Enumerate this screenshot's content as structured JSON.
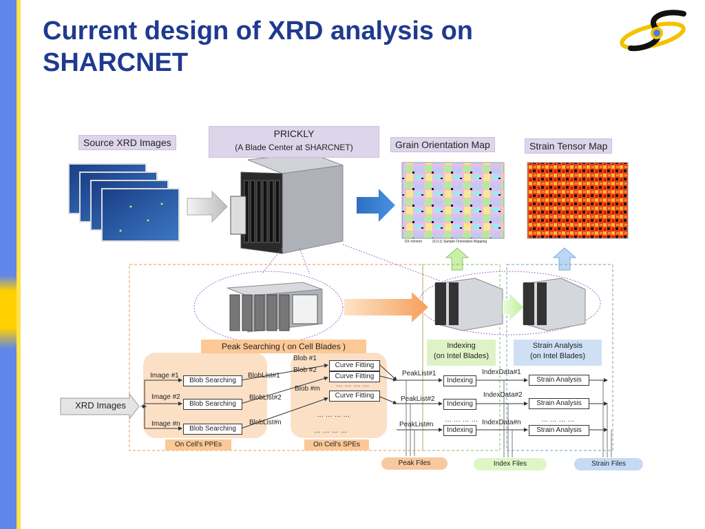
{
  "title": "Current design of XRD analysis on SHARCNET",
  "top_labels": {
    "source": "Source XRD Images",
    "prickly_line1": "PRICKLY",
    "prickly_line2": "(A Blade Center at SHARCNET)",
    "grain": "Grain Orientation Map",
    "strain": "Strain Tensor Map"
  },
  "map_captions": {
    "left": "DX mmmm",
    "right": "(0,0,1) Sample Orientation Mapping"
  },
  "sections": {
    "peak": "Peak Searching  ( on Cell Blades )",
    "indexing_line1": "Indexing",
    "indexing_line2": "(on Intel Blades)",
    "strain_line1": "Strain Analysis",
    "strain_line2": "(on Intel Blades)",
    "ppes": "On Cell's PPEs",
    "spes": "On Cell's SPEs"
  },
  "flow": {
    "xrd_images": "XRD Images",
    "images": [
      "Image #1",
      "Image #2",
      "Image #n"
    ],
    "blob_searching": "Blob Searching",
    "bloblists": [
      "BlobList#1",
      "BlobList#2",
      "BlobList#n"
    ],
    "blobs": [
      "Blob #1",
      "Blob #2",
      "Blob #m"
    ],
    "curve_fitting": "Curve Fitting",
    "dots_short": "… … … …",
    "peaklists": [
      "PeakList#1",
      "PeakList#2",
      "PeakList#n"
    ],
    "indexing": "Indexing",
    "indexdata": [
      "IndexData#1",
      "IndexData#2",
      "IndexData#n"
    ],
    "strain_analysis": "Strain Analysis"
  },
  "outputs": {
    "peak_files": "Peak Files",
    "index_files": "Index Files",
    "strain_files": "Strain Files"
  },
  "colors": {
    "title": "#1f3a8f",
    "orange_dashed": "#e8964a",
    "green_dashed": "#8fb46a",
    "blue_dashed": "#6f9fc0",
    "peak_fill": "#fbe0c6",
    "index_fill": "#e4f4cc",
    "strain_fill": "#cfe0f5"
  }
}
